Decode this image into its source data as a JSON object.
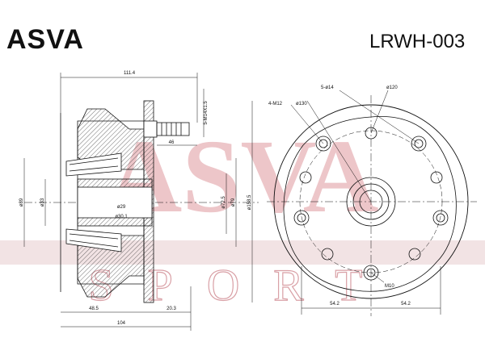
{
  "header": {
    "brand": "ASVA",
    "part_number": "LRWH-003"
  },
  "watermark": {
    "main": "ASVA",
    "sub": "SPORT",
    "color": "#e8b4b8"
  },
  "side_view": {
    "dims": {
      "overall_length": "111.4",
      "stud_thread": "5-M14X1.5",
      "stud_length": "46",
      "flange_pilot": "ø72.5",
      "hub_od": "ø79",
      "flange_od": "ø158.5",
      "bore_outer": "ø89",
      "bore_inner": "ø33",
      "bearing_a": "ø29",
      "bearing_b": "ø30.1",
      "offset": "48.5",
      "flange_width": "20.3",
      "total_width": "104"
    }
  },
  "front_view": {
    "dims": {
      "stud_holes": "5-ø14",
      "stud_pcd": "ø120",
      "bolt_holes": "4-M12",
      "bolt_pcd": "ø130",
      "center_hole": "M10",
      "left_offset": "54.2",
      "right_offset": "54.2"
    }
  },
  "colors": {
    "line": "#111111",
    "hatch": "#333333"
  }
}
